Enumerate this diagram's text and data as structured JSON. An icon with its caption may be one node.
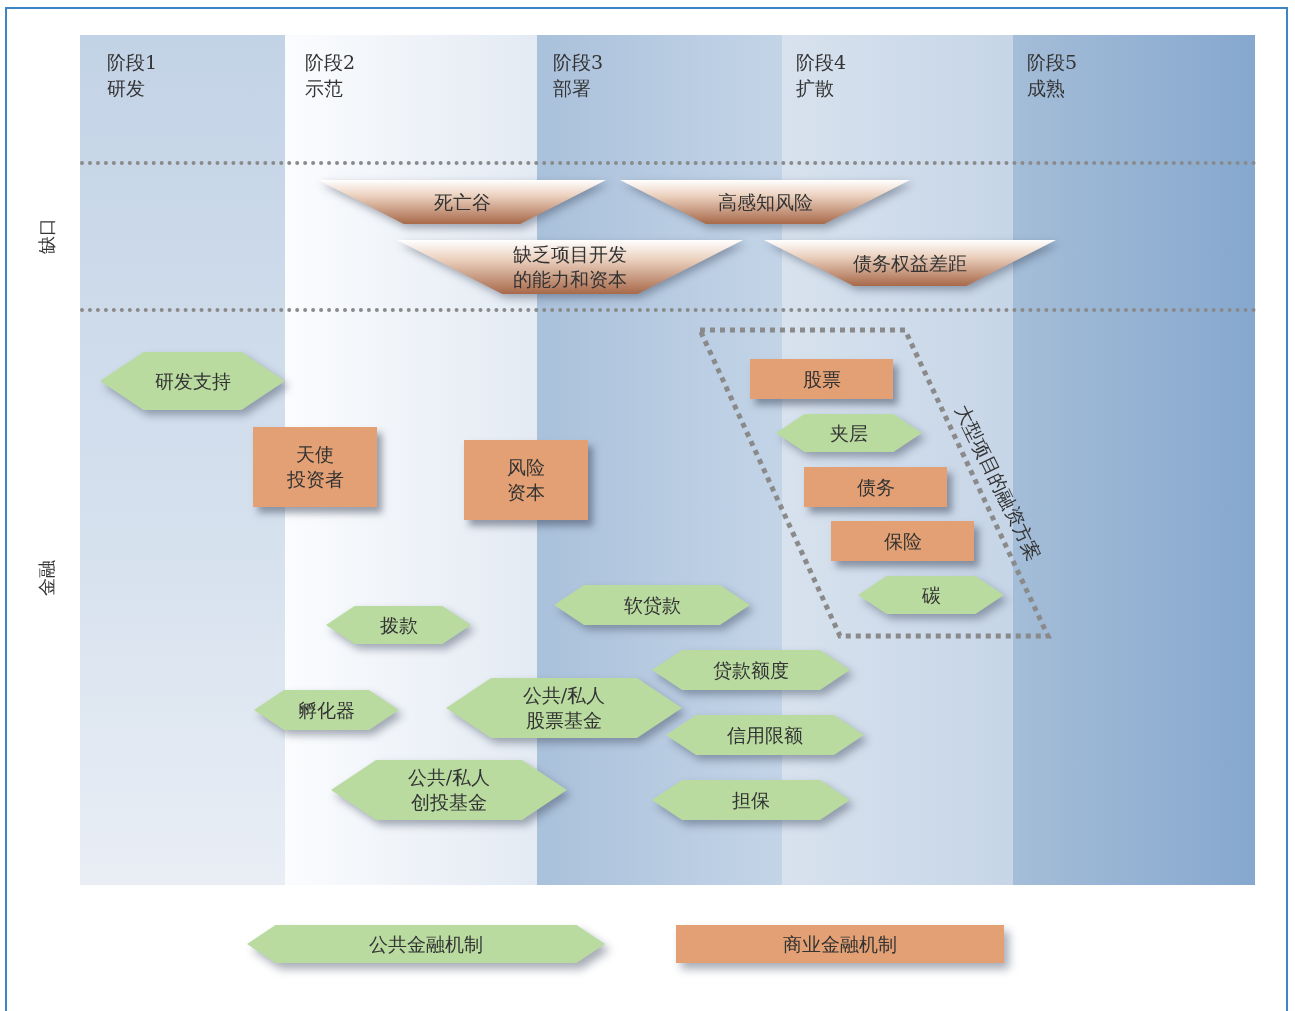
{
  "diagram": {
    "nodes": [
      {
        "text": [
          "死亡谷"
        ]
      },
      {
        "text": [
          "高感知风险"
        ]
      },
      {
        "text": [
          "缺乏项目开发的能力和资本"
        ]
      },
      {
        "text": [
          "债务权益差距"
        ]
      },
      {
        "text": [
          "研发支持"
        ]
      },
      {
        "text": [
          "天使投资者"
        ]
      },
      {
        "text": [
          "风险资本"
        ]
      },
      {
        "text": [
          "大型项目的融资方案"
        ]
      },
      {
        "text": [
          "股票"
        ],
        "in": 7
      },
      {
        "text": [
          "夹层"
        ],
        "in": 7
      },
      {
        "text": [
          "债务"
        ],
        "in": 7
      },
      {
        "text": [
          "保险"
        ],
        "in": 7
      },
      {
        "text": [
          "碳"
        ],
        "in": 7
      },
      {
        "text": [
          "软贷款"
        ]
      },
      {
        "text": [
          "拨款"
        ]
      },
      {
        "text": [
          "贷款额度"
        ]
      },
      {
        "text": [
          "孵化器"
        ]
      },
      {
        "text": [
          "公共/私人股票基金"
        ]
      },
      {
        "text": [
          "信用限额"
        ]
      },
      {
        "text": [
          "公共/私人创投基金"
        ]
      },
      {
        "text": [
          "担保"
        ]
      }
    ],
    "edges": [],
    "labels": [
      "阶段1",
      "研发",
      "阶段2",
      "示范",
      "阶段3",
      "部署",
      "阶段4",
      "扩散",
      "阶段5",
      "成熟",
      "缺口",
      "金融"
    ],
    "legend": [
      {
        "text": "公共金融机制",
        "color": "#b9dba0"
      },
      {
        "text": "商业金融机制",
        "color": "#e2a074"
      }
    ]
  }
}
